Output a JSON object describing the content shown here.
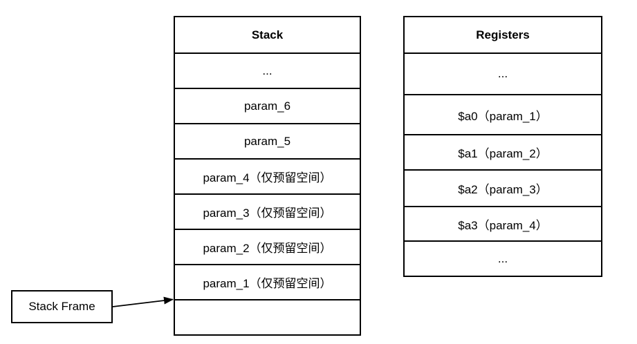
{
  "colors": {
    "background": "#ffffff",
    "border": "#000000",
    "text": "#000000"
  },
  "stack_table": {
    "title": "Stack",
    "rows": [
      "...",
      "param_6",
      "param_5",
      "param_4（仅预留空间）",
      "param_3（仅预留空间）",
      "param_2（仅预留空间）",
      "param_1（仅预留空间）",
      ""
    ]
  },
  "registers_table": {
    "title": "Registers",
    "rows": [
      "...",
      "$a0（param_1）",
      "$a1（param_2）",
      "$a2（param_3）",
      "$a3（param_4）",
      "..."
    ]
  },
  "stack_frame_label": "Stack Frame"
}
